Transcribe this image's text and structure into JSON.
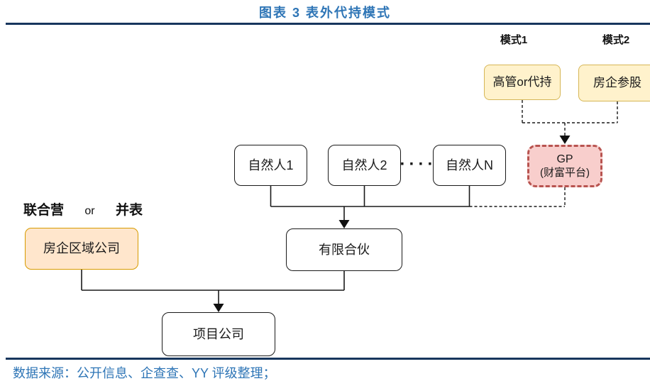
{
  "header": {
    "title": "图表 3 表外代持模式"
  },
  "modes": {
    "mode1": "模式1",
    "mode2": "模式2"
  },
  "annotation": {
    "joint": "联合营",
    "or": "or",
    "consolidate": "并表"
  },
  "nodes": {
    "executive_proxy": {
      "label": "高管or代持"
    },
    "developer_stake": {
      "label": "房企参股"
    },
    "gp": {
      "line1": "GP",
      "line2": "(财富平台)"
    },
    "person1": {
      "label": "自然人1"
    },
    "person2": {
      "label": "自然人2"
    },
    "personN": {
      "label": "自然人N"
    },
    "ellipsis": "····",
    "limited_partnership": {
      "label": "有限合伙"
    },
    "regional_company": {
      "label": "房企区域公司"
    },
    "project_company": {
      "label": "项目公司"
    }
  },
  "footer": {
    "source": "数据来源：公开信息、企查查、YY 评级整理；"
  },
  "colors": {
    "title_blue": "#2E75B6",
    "rule_navy": "#17365D",
    "source_blue": "#2E75B6",
    "yellow_fill": "#FFF2CC",
    "yellow_border": "#D6B656",
    "orange_fill": "#FFE6CC",
    "orange_border": "#D79B00",
    "red_fill": "#F8CECC",
    "red_border": "#B85450",
    "line_black": "#1A1A1A"
  }
}
